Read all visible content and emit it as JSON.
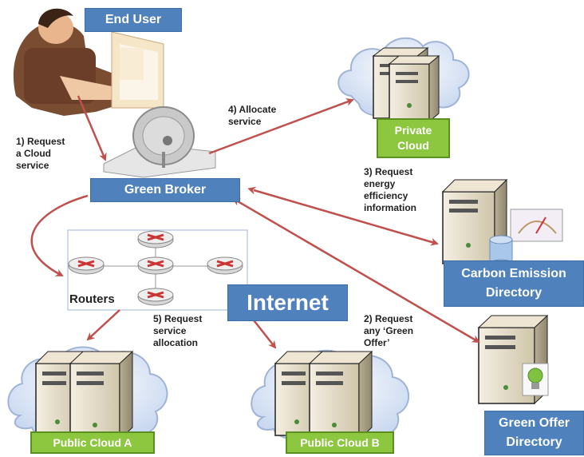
{
  "nodes": {
    "end_user": "End User",
    "green_broker": "Green Broker",
    "private_cloud": "Private\nCloud",
    "carbon_directory": "Carbon Emission\nDirectory",
    "routers": "Routers",
    "internet": "Internet",
    "public_cloud_a": "Public Cloud  A",
    "public_cloud_b": "Public Cloud B",
    "green_offer_directory": "Green Offer\nDirectory"
  },
  "steps": {
    "s1": "1) Request\na Cloud\nservice",
    "s2": "2) Request\nany ‘Green\nOffer’",
    "s3": "3) Request\nenergy\nefficiency\ninformation",
    "s4": "4) Allocate\nservice",
    "s5": "5) Request\nservice\nallocation"
  },
  "colors": {
    "arrow": "#c0504d",
    "blue_box": "#4f81bd",
    "green_box": "#8dc63f",
    "cloud_fill": "#dde7f6",
    "cloud_stroke": "#9fb4d6"
  }
}
